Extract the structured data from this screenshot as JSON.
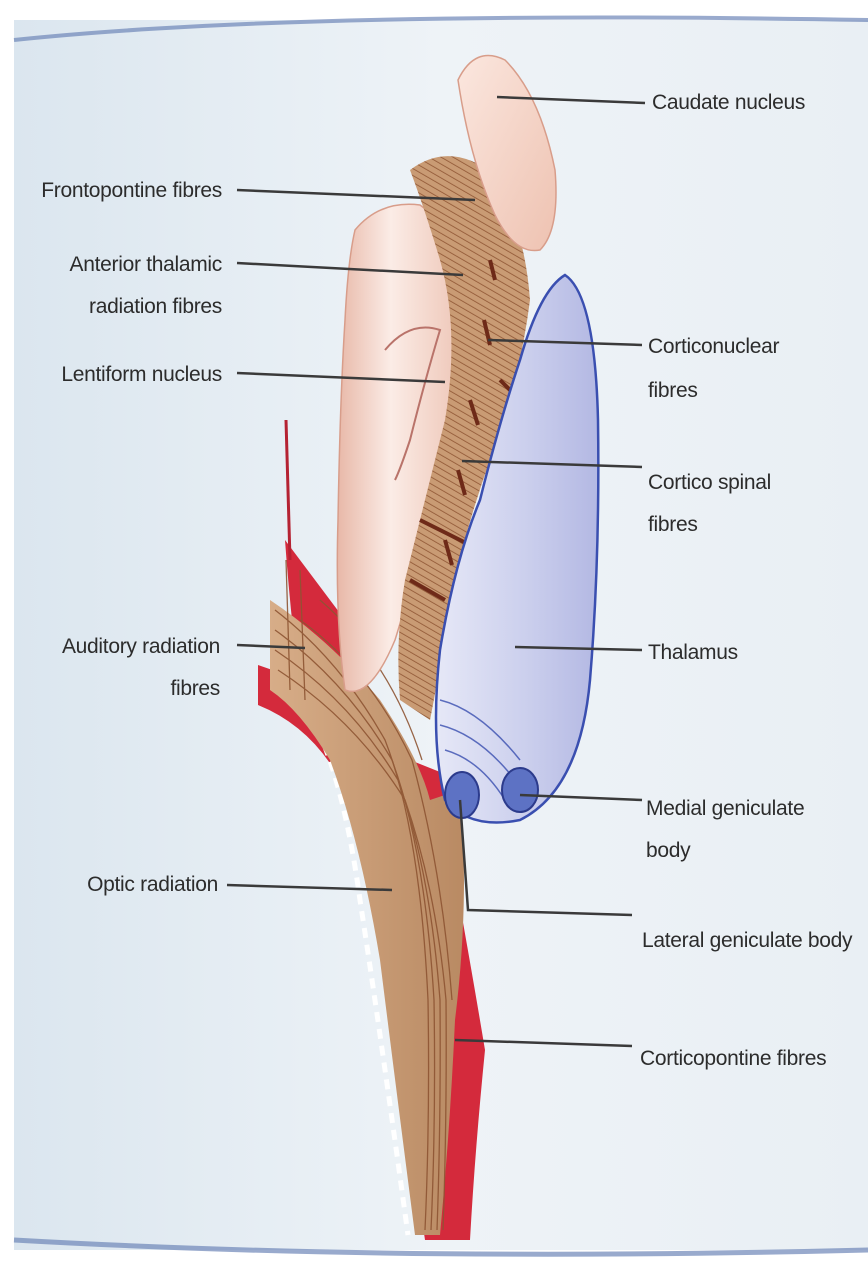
{
  "colors": {
    "page_background": "#e6eef4",
    "fibre_tan": "#c79a74",
    "fibre_dark": "#7a3f22",
    "corticopontine_red": "#d42a3c",
    "thalamus_blue": "#c9cdec",
    "thalamus_outline": "#3a4fb0",
    "nucleus_pink": "#f2d6cc",
    "leader_line": "#3a3a3a"
  },
  "labels": {
    "caudate_nucleus": "Caudate nucleus",
    "frontopontine_fibres": "Frontopontine fibres",
    "anterior_thalamic_line1": "Anterior thalamic",
    "anterior_thalamic_line2": "radiation fibres",
    "lentiform_nucleus": "Lentiform nucleus",
    "corticonuclear_line1": "Corticonuclear",
    "corticonuclear_line2": "fibres",
    "cortico_spinal_line1": "Cortico spinal",
    "cortico_spinal_line2": "fibres",
    "thalamus": "Thalamus",
    "auditory_line1": "Auditory radiation",
    "auditory_line2": "fibres",
    "medial_geniculate_line1": "Medial geniculate",
    "medial_geniculate_line2": "body",
    "optic_radiation": "Optic radiation",
    "lateral_geniculate_body": "Lateral geniculate body",
    "corticopontine_fibres": "Corticopontine fibres"
  }
}
